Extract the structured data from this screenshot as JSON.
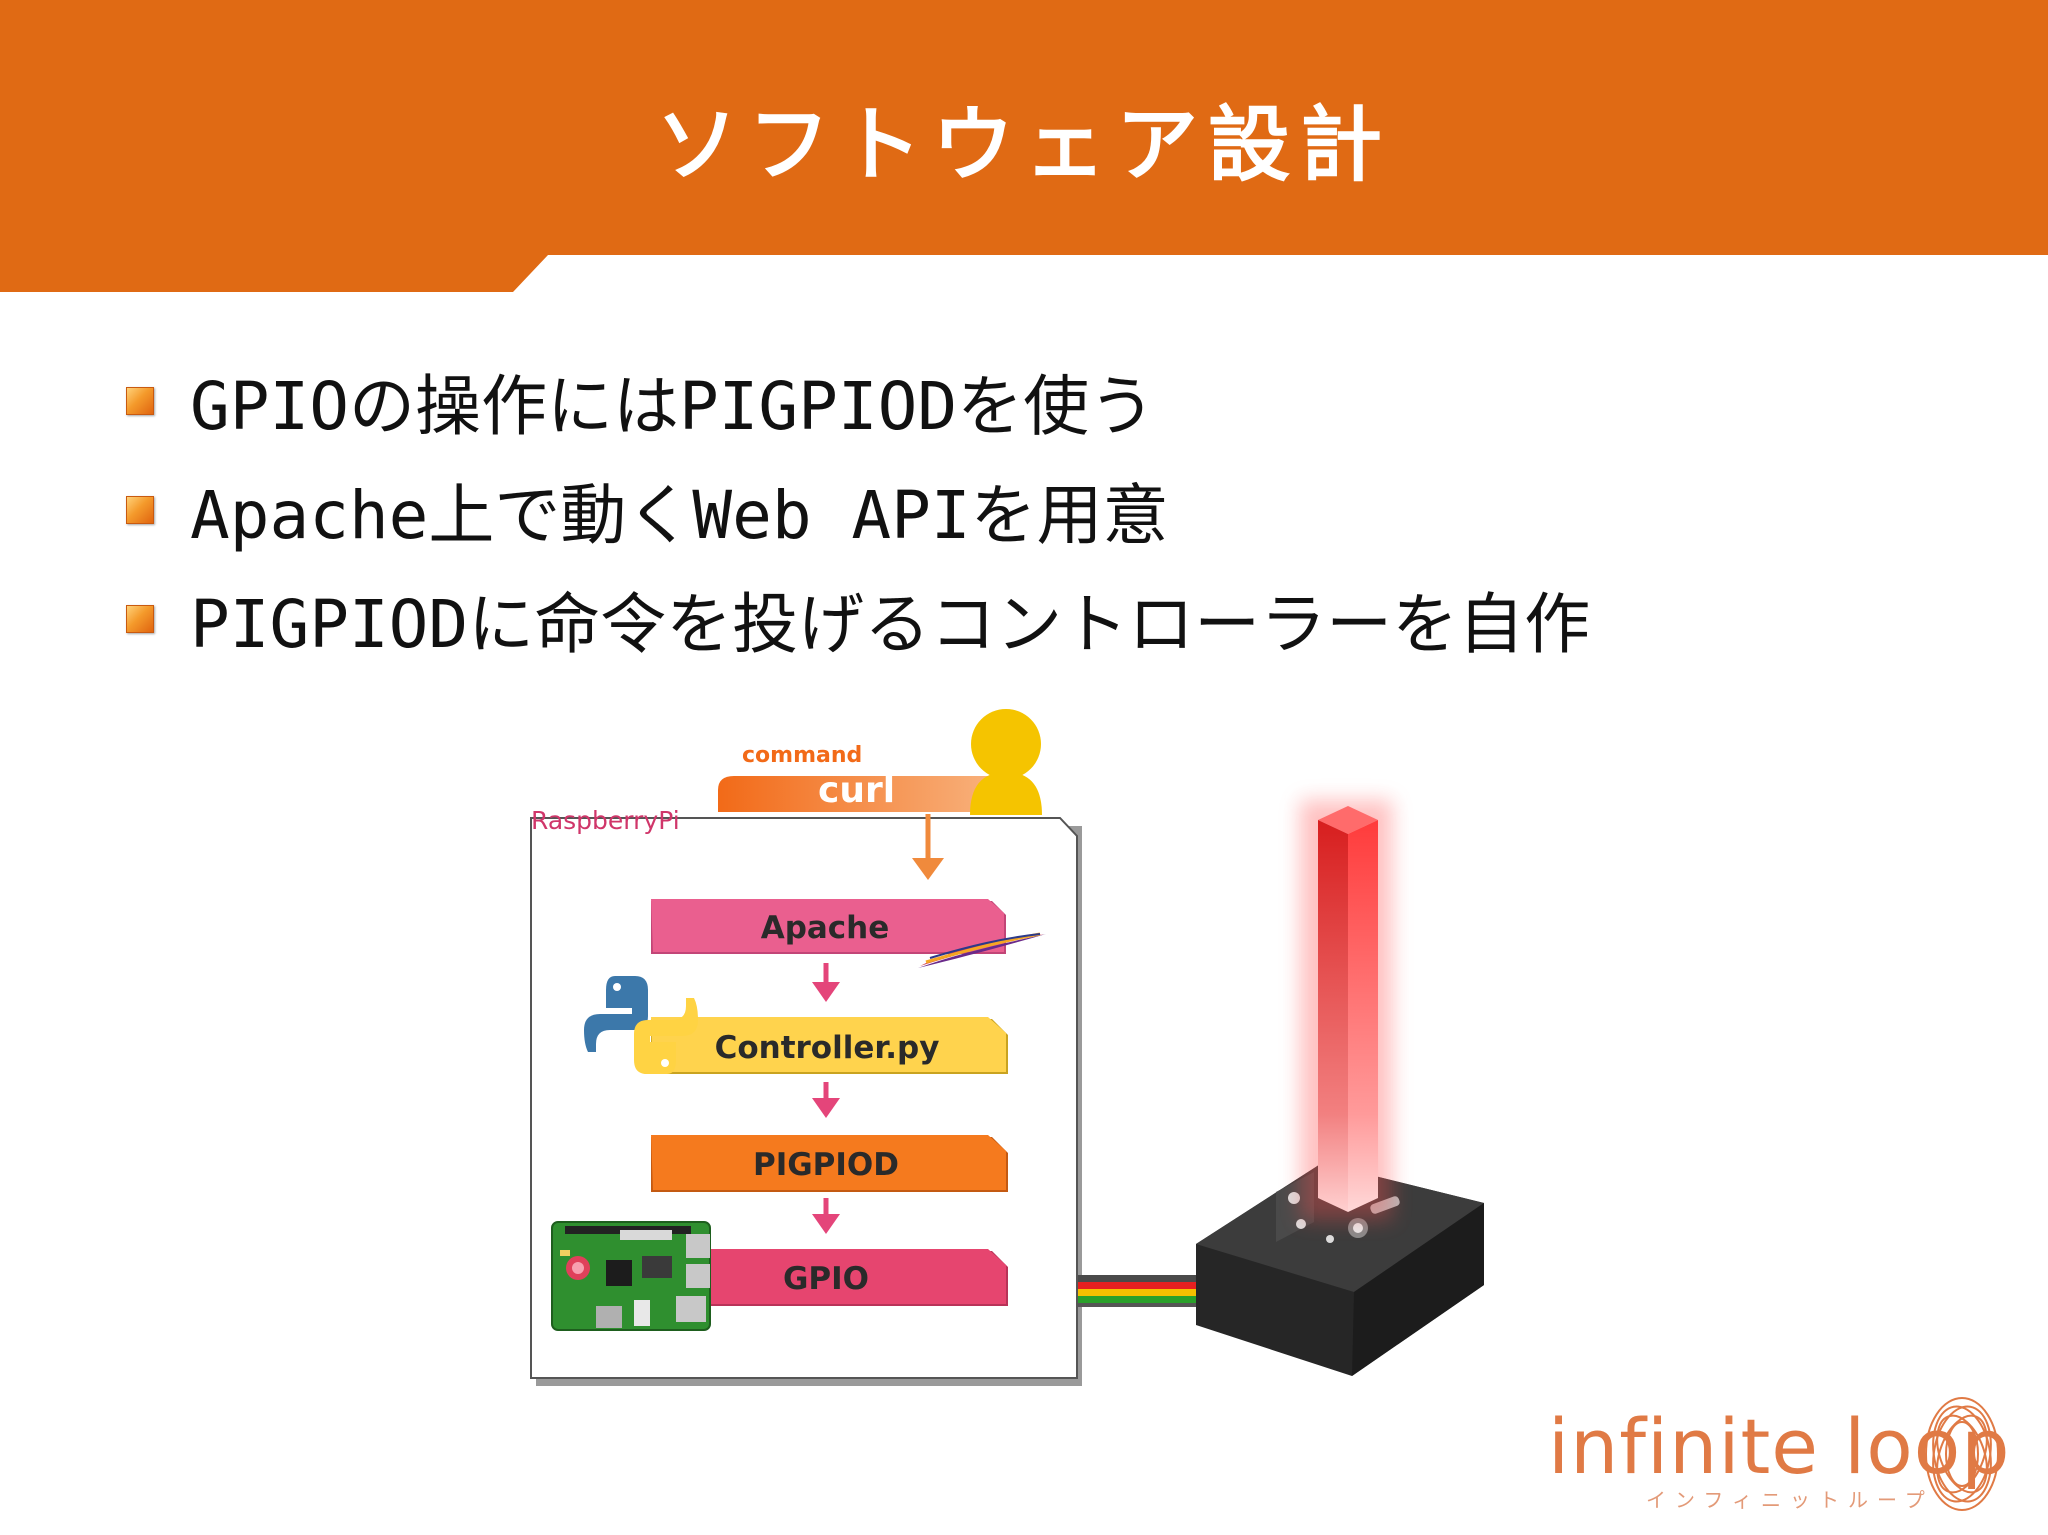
{
  "slide": {
    "title": "ソフトウェア設計",
    "bullets": [
      "GPIOの操作にはPIGPIODを使う",
      "Apache上で動くWeb APIを用意",
      "PIGPIODに命令を投げるコントローラーを自作"
    ]
  },
  "diagram": {
    "command_label": "command",
    "curl_label": "curl",
    "raspberry_label": "RaspberryPi",
    "steps": [
      "Apache",
      "Controller.py",
      "PIGPIOD",
      "GPIO"
    ]
  },
  "logo": {
    "word": "infinite loop",
    "kana": "インフィニットループ"
  },
  "colors": {
    "header": "#e06a14",
    "apache": "#ea5f8f",
    "controller": "#ffd34d",
    "pigpiod": "#f57a1e",
    "gpio": "#e6456f",
    "arrow_pink": "#e4457a",
    "arrow_orange": "#f08a3c",
    "user": "#f5c400",
    "logo": "#e07a45"
  }
}
